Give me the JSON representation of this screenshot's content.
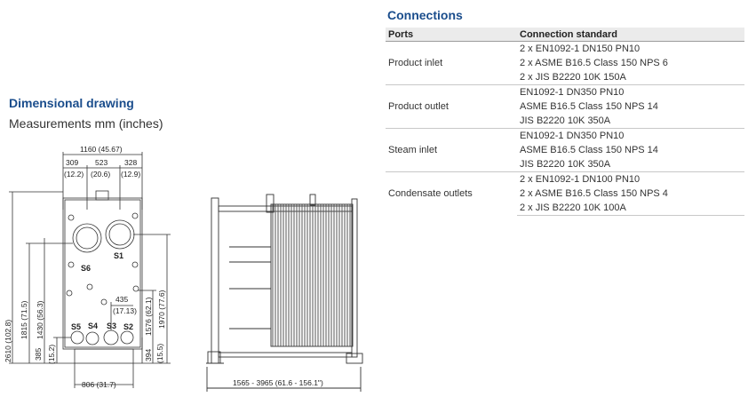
{
  "dimensional": {
    "title": "Dimensional drawing",
    "subtitle": "Measurements mm (inches)"
  },
  "connections": {
    "title": "Connections",
    "headers": {
      "ports": "Ports",
      "standard": "Connection standard"
    },
    "groups": [
      {
        "port": "Product inlet",
        "standards": [
          "2 x EN1092-1 DN150 PN10",
          "2 x ASME B16.5 Class 150 NPS 6",
          "2 x JIS B2220 10K 150A"
        ]
      },
      {
        "port": "Product outlet",
        "standards": [
          "EN1092-1 DN350 PN10",
          "ASME B16.5 Class 150 NPS 14",
          "JIS B2220 10K 350A"
        ]
      },
      {
        "port": "Steam inlet",
        "standards": [
          "EN1092-1 DN350 PN10",
          "ASME B16.5 Class 150 NPS 14",
          "JIS B2220 10K 350A"
        ]
      },
      {
        "port": "Condensate outlets",
        "standards": [
          "2 x EN1092-1 DN100 PN10",
          "2 x ASME B16.5 Class 150 NPS 4",
          "2 x JIS B2220 10K 100A"
        ]
      }
    ]
  },
  "drawing": {
    "front_dims": {
      "width_total": "1160 (45.67)",
      "left_offset": "309",
      "left_offset_in": "(12.2)",
      "center_spacing": "523",
      "center_spacing_in": "(20.6)",
      "right_offset": "328",
      "right_offset_in": "(12.9)",
      "height_total": "2610 (102.8)",
      "height_upper": "1815 (71.5)",
      "height_s6": "1430 (56.3)",
      "height_lower": "385",
      "height_lower_in": "(15.2)",
      "s3_offset": "435",
      "s3_offset_in": "(17.13)",
      "right_low": "394",
      "right_low_in": "(15.5)",
      "right_mid": "1576 (62.1)",
      "right_high": "1970 (77.6)",
      "base_width": "806 (31.7)"
    },
    "side_dims": {
      "length": "1565 - 3965 (61.6 - 156.1\")"
    },
    "port_labels": [
      "S6",
      "S1",
      "S5",
      "S4",
      "S3",
      "S2"
    ]
  }
}
